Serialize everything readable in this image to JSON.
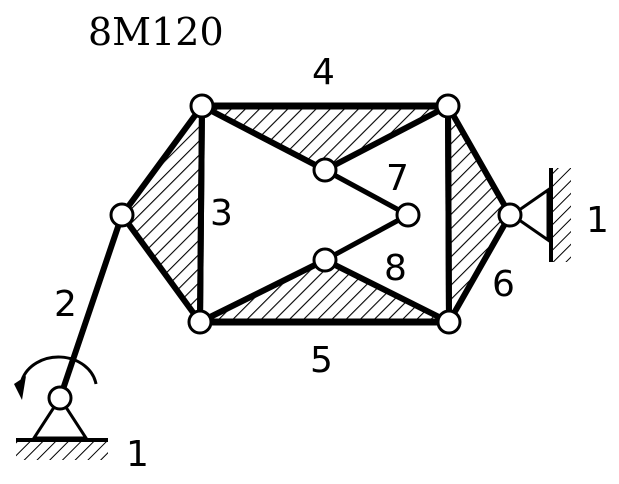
{
  "title": "8M120",
  "labels": {
    "ground_left": "1",
    "ground_right": "1",
    "link2": "2",
    "link3": "3",
    "link4": "4",
    "link5": "5",
    "link6": "6",
    "link7": "7",
    "link8": "8"
  },
  "colors": {
    "ink": "#000000",
    "background": "#ffffff"
  }
}
